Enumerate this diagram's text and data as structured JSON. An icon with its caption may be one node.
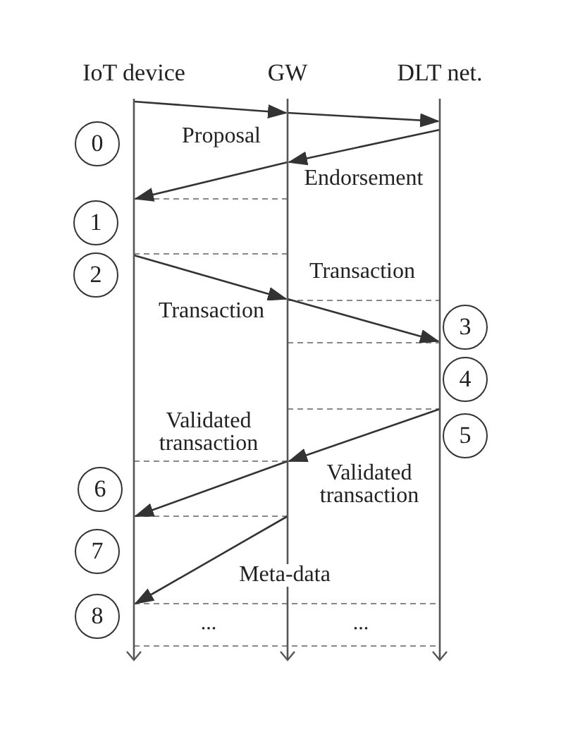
{
  "diagram": {
    "nodes": [
      {
        "text": [
          "IoT device"
        ]
      },
      {
        "text": [
          "GW"
        ]
      },
      {
        "text": [
          "DLT net."
        ]
      },
      {
        "text": [
          "0"
        ]
      },
      {
        "text": [
          "1"
        ]
      },
      {
        "text": [
          "2"
        ]
      },
      {
        "text": [
          "3"
        ]
      },
      {
        "text": [
          "4"
        ]
      },
      {
        "text": [
          "5"
        ]
      },
      {
        "text": [
          "6"
        ]
      },
      {
        "text": [
          "7"
        ]
      },
      {
        "text": [
          "8"
        ]
      }
    ],
    "edges": [
      {
        "from": 0,
        "to": 1,
        "arrow": "to",
        "label": "Proposal"
      },
      {
        "from": 1,
        "to": 2,
        "arrow": "to"
      },
      {
        "from": 2,
        "to": 1,
        "arrow": "to",
        "label": "Endorsement"
      },
      {
        "from": 1,
        "to": 0,
        "arrow": "to"
      },
      {
        "from": 0,
        "to": 1,
        "arrow": "to",
        "label": "Transaction"
      },
      {
        "from": 1,
        "to": 2,
        "arrow": "to",
        "label": "Transaction"
      },
      {
        "from": 2,
        "to": 1,
        "arrow": "to",
        "label": "Validated transaction"
      },
      {
        "from": 1,
        "to": 0,
        "arrow": "to",
        "label": "Validated transaction"
      },
      {
        "from": 1,
        "to": 0,
        "arrow": "to",
        "label": "Meta-data"
      }
    ],
    "labels": [
      "...",
      "..."
    ]
  }
}
